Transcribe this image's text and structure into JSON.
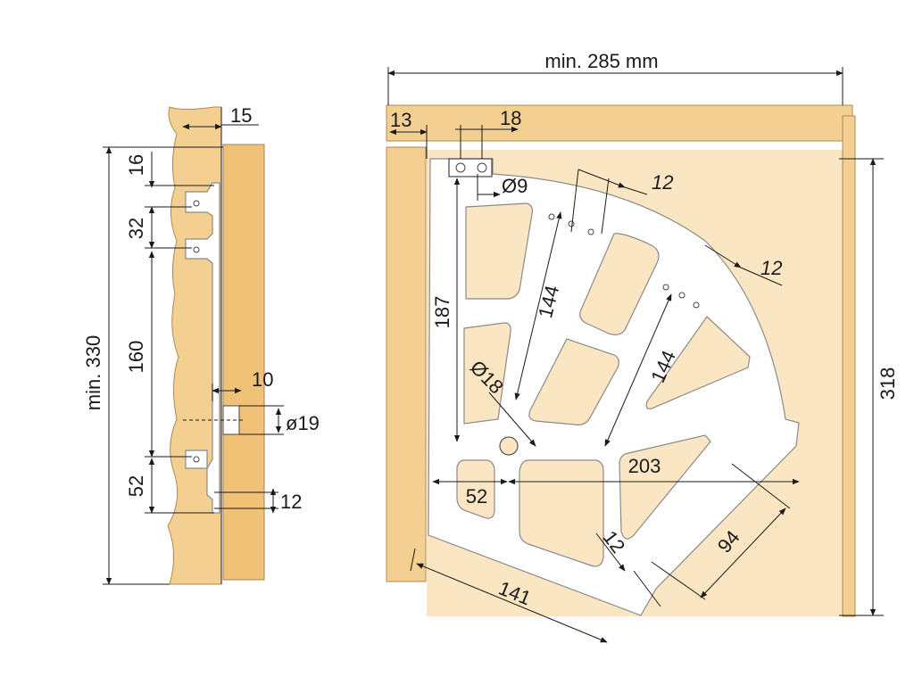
{
  "side_view": {
    "dim_330": "min. 330",
    "dim_15": "15",
    "dim_16": "16",
    "dim_32": "32",
    "dim_160": "160",
    "dim_10": "10",
    "dim_19": "ø19",
    "dim_52": "52",
    "dim_12": "12"
  },
  "top_view": {
    "dim_285": "min. 285 mm",
    "dim_13": "13",
    "dim_18": "18",
    "dim_9": "Ø9",
    "dim_12_top": "12",
    "dim_12_right": "12",
    "dim_187": "187",
    "dim_144_a": "144",
    "dim_144_b": "144",
    "dim_18_hole": "Ø18",
    "dim_318": "318",
    "dim_203": "203",
    "dim_52": "52",
    "dim_12_bottom": "12",
    "dim_141": "141",
    "dim_94": "94"
  }
}
